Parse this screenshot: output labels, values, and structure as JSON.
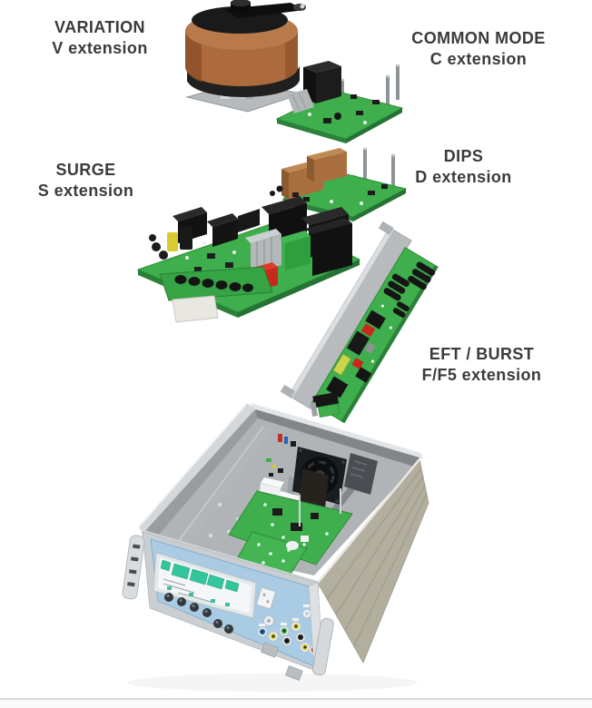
{
  "page": {
    "background": "#ffffff",
    "footer_line_color": "#d8d8d8",
    "footer_fill_color": "#fafafa"
  },
  "diagram": {
    "description": "Exploded view of EMC test generator chassis with plug-in extension modules",
    "label_color": "#3b3b3d",
    "labels": {
      "variation": {
        "line1": "VARIATION",
        "line2": "V extension"
      },
      "common_mode": {
        "line1": "COMMON MODE",
        "line2": "C extension"
      },
      "surge": {
        "line1": "SURGE",
        "line2": "S extension"
      },
      "dips": {
        "line1": "DIPS",
        "line2": "D extension"
      },
      "eft_burst": {
        "line1": "EFT / BURST",
        "line2": "F/F5 extension"
      }
    },
    "colors": {
      "pcb_green": "#3fae4c",
      "pcb_green_dark": "#2e8d3a",
      "variac_copper": "#ad6a3c",
      "relay_brown": "#a96f3e",
      "component_black": "#161616",
      "metal_grey": "#b9bec2",
      "metal_grey_dark": "#8e9499",
      "side_panel_beige": "#b3af9f",
      "front_panel_blue": "#a9cbe3",
      "display_green": "#33c59b",
      "accent_red": "#c9281c",
      "accent_yellow": "#d9ca2e"
    }
  }
}
